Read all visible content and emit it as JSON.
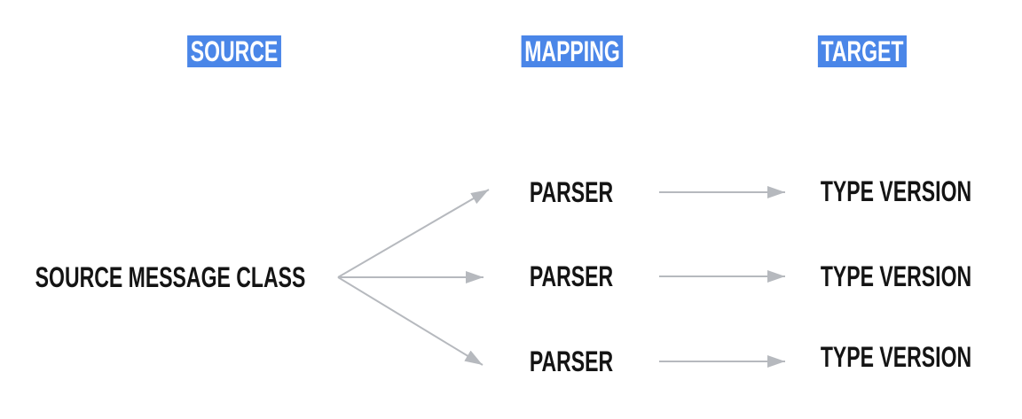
{
  "diagram": {
    "column_headers": [
      {
        "id": "source",
        "label": "SOURCE"
      },
      {
        "id": "mapping",
        "label": "MAPPING"
      },
      {
        "id": "target",
        "label": "TARGET"
      }
    ],
    "nodes": {
      "source_message_class": {
        "label": "SOURCE MESSAGE CLASS"
      },
      "parsers": [
        {
          "label": "PARSER"
        },
        {
          "label": "PARSER"
        },
        {
          "label": "PARSER"
        }
      ],
      "type_versions": [
        {
          "label": "TYPE VERSION"
        },
        {
          "label": "TYPE VERSION"
        },
        {
          "label": "TYPE VERSION"
        }
      ]
    },
    "edges": [
      {
        "from": "source-message-class",
        "to": "parser-1"
      },
      {
        "from": "source-message-class",
        "to": "parser-2"
      },
      {
        "from": "source-message-class",
        "to": "parser-3"
      },
      {
        "from": "parser-1",
        "to": "type-version-1"
      },
      {
        "from": "parser-2",
        "to": "type-version-2"
      },
      {
        "from": "parser-3",
        "to": "type-version-3"
      }
    ],
    "colors": {
      "header_background": "#4a86e8",
      "header_text": "#ffffff",
      "node_text": "#141414",
      "arrow": "#b6b9be",
      "background": "#ffffff"
    }
  }
}
